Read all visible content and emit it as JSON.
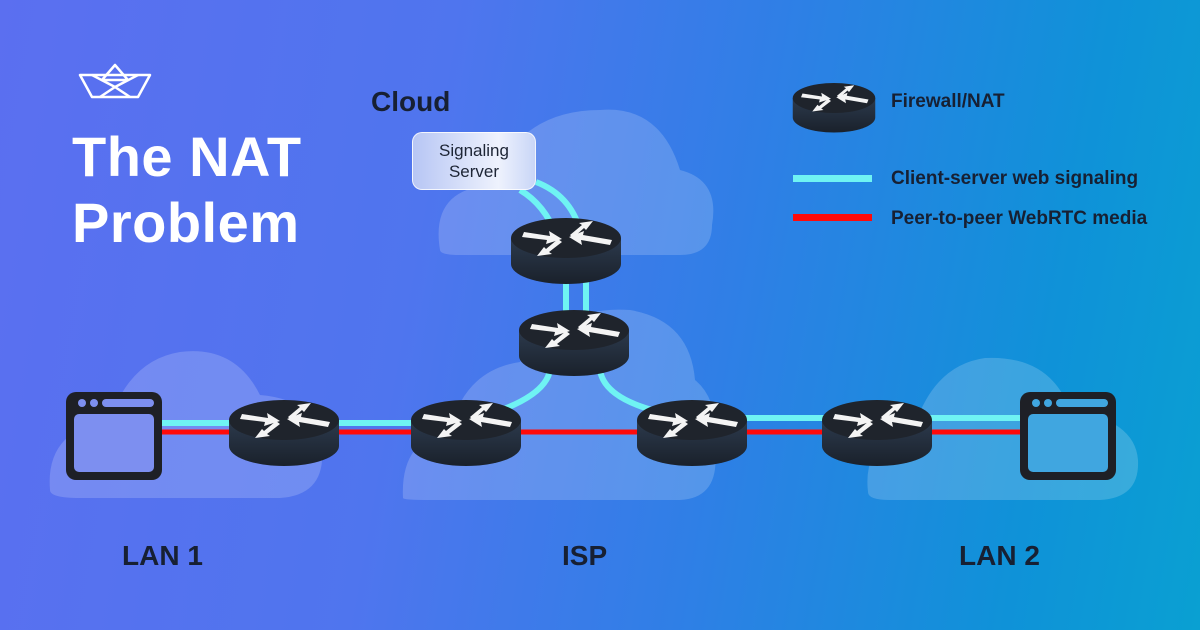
{
  "title": {
    "line1": "The NAT",
    "line2": "Problem"
  },
  "logo": {
    "icon": "paper-boat-icon"
  },
  "sections": {
    "cloud": "Cloud",
    "lan1": "LAN 1",
    "isp": "ISP",
    "lan2": "LAN 2"
  },
  "signaling_server": {
    "line1": "Signaling",
    "line2": "Server"
  },
  "legend": [
    {
      "kind": "icon",
      "icon": "router-icon",
      "label": "Firewall/NAT"
    },
    {
      "kind": "line",
      "color": "#6ff3f3",
      "label": "Client-server web signaling"
    },
    {
      "kind": "line",
      "color": "#ff0a0a",
      "label": "Peer-to-peer WebRTC media"
    }
  ],
  "colors": {
    "signaling": "#6ff3f3",
    "media": "#ff0a0a",
    "router": "#1f2530",
    "text": "#172033"
  },
  "nodes": [
    {
      "id": "client-1",
      "type": "browser",
      "zone": "LAN 1"
    },
    {
      "id": "nat-lan1",
      "type": "firewall-nat",
      "zone": "LAN 1"
    },
    {
      "id": "nat-isp-left",
      "type": "firewall-nat",
      "zone": "ISP"
    },
    {
      "id": "nat-isp-top",
      "type": "firewall-nat",
      "zone": "ISP"
    },
    {
      "id": "nat-isp-right",
      "type": "firewall-nat",
      "zone": "ISP"
    },
    {
      "id": "nat-cloud",
      "type": "firewall-nat",
      "zone": "Cloud"
    },
    {
      "id": "signaling-server",
      "type": "server",
      "zone": "Cloud"
    },
    {
      "id": "nat-lan2",
      "type": "firewall-nat",
      "zone": "LAN 2"
    },
    {
      "id": "client-2",
      "type": "browser",
      "zone": "LAN 2"
    }
  ],
  "edges": {
    "signaling": [
      "client-1 → nat-lan1 → nat-isp-left → nat-isp-top → nat-cloud → signaling-server",
      "client-2 → nat-lan2 → nat-isp-right → nat-isp-top"
    ],
    "media": [
      "client-1 → nat-lan1 → nat-isp-left → nat-isp-right → nat-lan2 → client-2"
    ]
  }
}
